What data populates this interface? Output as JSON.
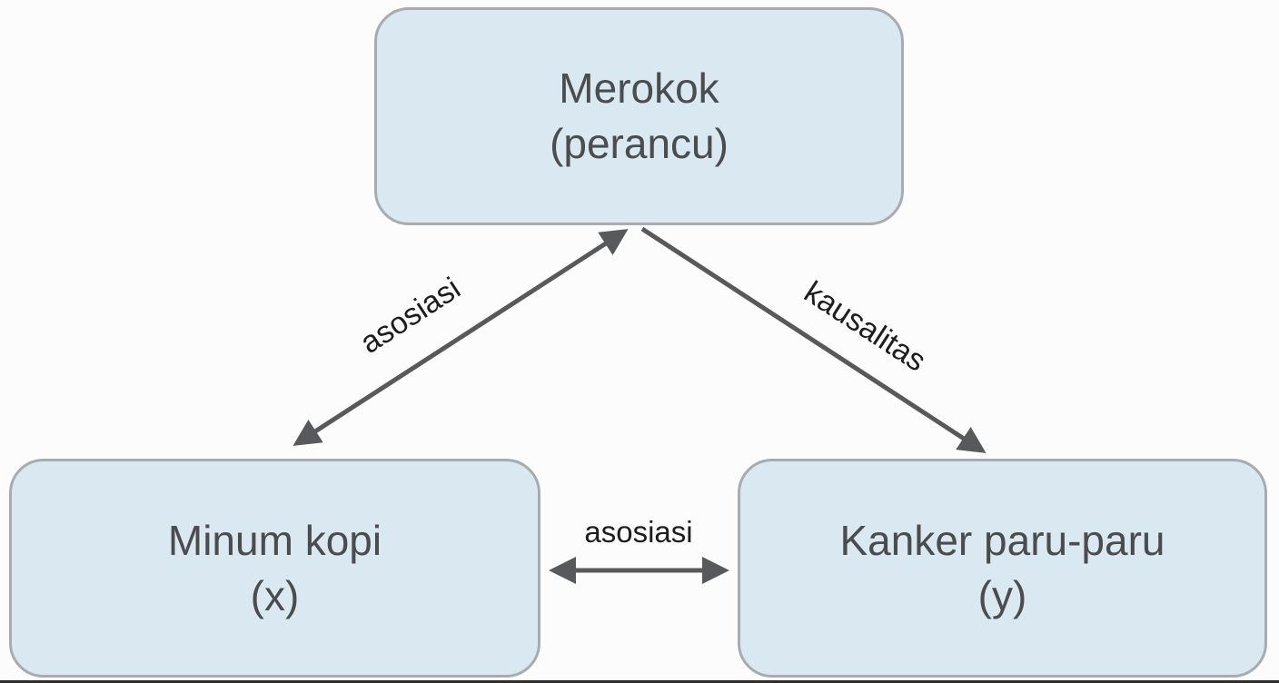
{
  "diagram": {
    "nodes": [
      {
        "id": "perancu",
        "line1": "Merokok",
        "line2": "(perancu)"
      },
      {
        "id": "x",
        "line1": "Minum kopi",
        "line2": "(x)"
      },
      {
        "id": "y",
        "line1": "Kanker paru-paru",
        "line2": "(y)"
      }
    ],
    "edges": [
      {
        "from": "x",
        "to": "perancu",
        "label": "asosiasi",
        "arrows": "both"
      },
      {
        "from": "perancu",
        "to": "y",
        "label": "kausalitas",
        "arrows": "to"
      },
      {
        "from": "x",
        "to": "y",
        "label": "asosiasi",
        "arrows": "both"
      }
    ]
  },
  "colors": {
    "background": "#fcfcfc",
    "node_fill": "#d9e8f1",
    "node_border": "#a7acb0",
    "node_text": "#4a4c4e",
    "arrow": "#58595b",
    "label_text": "#1d1d1d",
    "bottom_bar": "#2e2e2e"
  }
}
